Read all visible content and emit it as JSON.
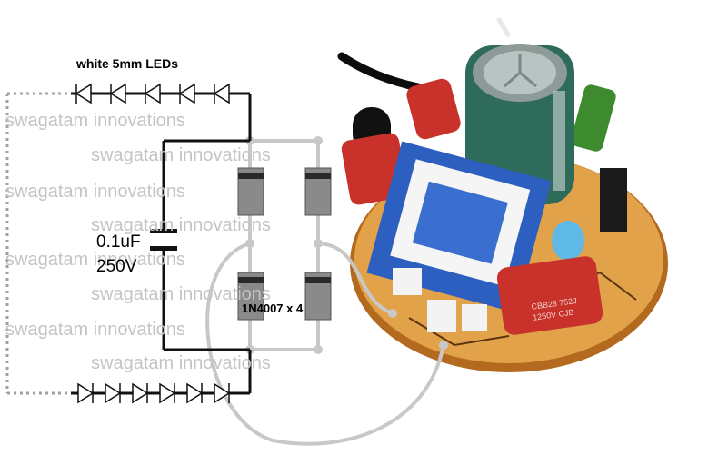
{
  "labels": {
    "leds_title": "white 5mm LEDs",
    "capacitor_value": "0.1uF",
    "capacitor_voltage": "250V",
    "diode_label": "1N4007 x 4"
  },
  "watermarks": [
    "swagatam innovations",
    "swagatam innovations",
    "swagatam innovations",
    "swagatam innovations",
    "swagatam innovations",
    "swagatam innovations",
    "swagatam innovations",
    "swagatam innovations"
  ],
  "photo_markings": {
    "cap_code": "CBB28 752J",
    "cap_rating": "1250V CJB"
  },
  "colors": {
    "wire": "#111111",
    "dotted_wire": "#a0a0a0",
    "light_wire": "#c8c8c8",
    "pcb": "#e2a24a",
    "pcb_edge": "#b46a1e",
    "red_capacitor": "#c8322a",
    "electrolytic": "#2f6b5a",
    "transformer_blue": "#2c5fbf"
  }
}
